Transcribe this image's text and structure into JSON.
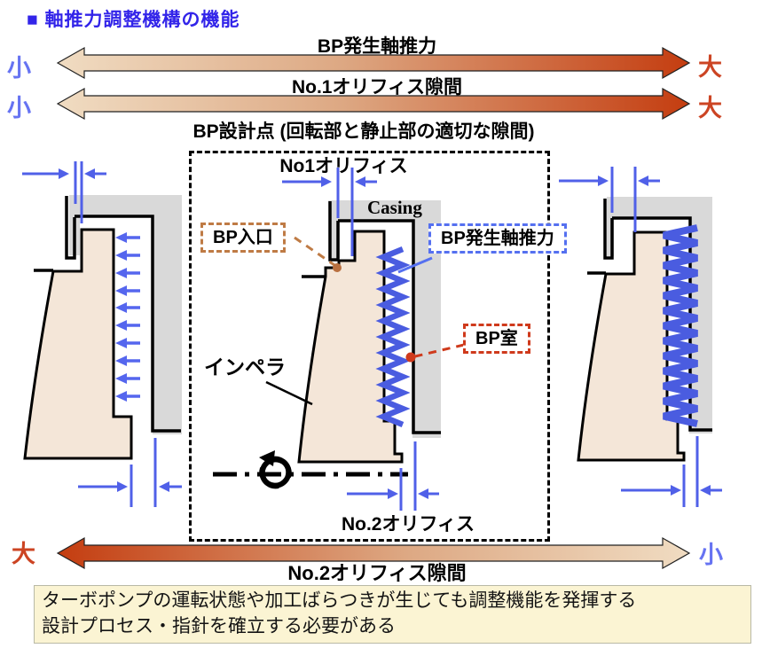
{
  "title": {
    "bullet": "■",
    "text": "軸推力調整機構の機能"
  },
  "scales": {
    "bp_thrust": {
      "label": "BP発生軸推力",
      "left": "小",
      "right": "大"
    },
    "no1_gap": {
      "label": "No.1オリフィス隙間",
      "left": "小",
      "right": "大"
    },
    "no2_gap": {
      "label": "No.2オリフィス隙間",
      "left": "大",
      "right": "小"
    }
  },
  "design_point": "BP設計点 (回転部と静止部の適切な隙間)",
  "diagram": {
    "no1_orifice": "No1オリフィス",
    "casing": "Casing",
    "bp_inlet": "BP入口",
    "bp_thrust": "BP発生軸推力",
    "bp_chamber": "BP室",
    "impeller": "インペラ",
    "no2_orifice": "No.2オリフィス"
  },
  "note": {
    "line1": "ターボポンプの運転状態や加工ばらつきが生じても調整機能を発揮する",
    "line2": "設計プロセス・指針を確立する必要がある"
  },
  "colors": {
    "title_blue": "#3224e9",
    "small_label_blue": "#6673f2",
    "large_label_red": "#cc4423",
    "gradient_light": "#f0dcc2",
    "gradient_dark": "#c43d10",
    "dimension_blue": "#5060e8",
    "impeller_fill": "#f4e6d8",
    "casing_gray": "#d9d9d9",
    "bp_inlet_brown": "#bf7b45",
    "bp_chamber_red": "#cf3a1c",
    "bp_thrust_blue": "#5570f0",
    "note_bg": "#fbf4d3"
  }
}
